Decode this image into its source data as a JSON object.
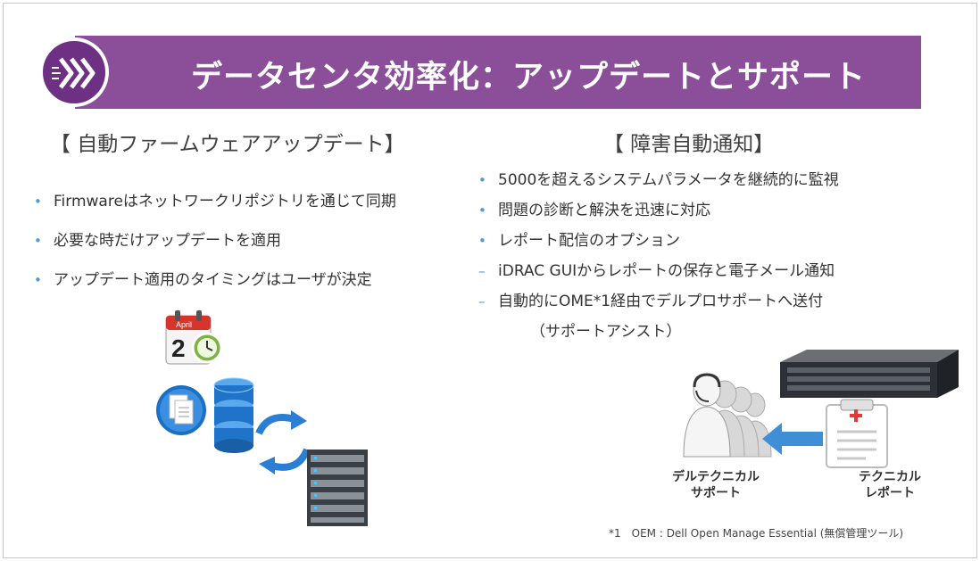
{
  "title": "データセンタ効率化：アップデートとサポート",
  "left": {
    "heading": "【 自動ファームウェアアップデート】",
    "bullets": [
      "Firmwareはネットワークリポジトリを通じて同期",
      "必要な時だけアップデートを適用",
      "アップデート適用のタイミングはユーザが決定"
    ],
    "calendar": {
      "month": "April",
      "day": "2"
    }
  },
  "right": {
    "heading": "【 障害自動通知】",
    "bullets": [
      "5000を超えるシステムパラメータを継続的に監視",
      "問題の診断と解決を迅速に対応",
      "レポート配信のオプション"
    ],
    "sub_items": [
      "iDRAC GUIからレポートの保存と電子メール通知",
      "自動的にOME*1経由でデルプロサポートへ送付"
    ],
    "sub_continuation": "（サポートアシスト）",
    "label_support_line1": "デルテクニカル",
    "label_support_line2": "サポート",
    "label_report_line1": "テクニカル",
    "label_report_line2": "レポート"
  },
  "footnote": "*1　OEM : Dell Open Manage Essential (無償管理ツール)",
  "colors": {
    "title_bar": "#8b4f9a",
    "badge": "#6d3082",
    "bullet": "#4a9bd6"
  }
}
